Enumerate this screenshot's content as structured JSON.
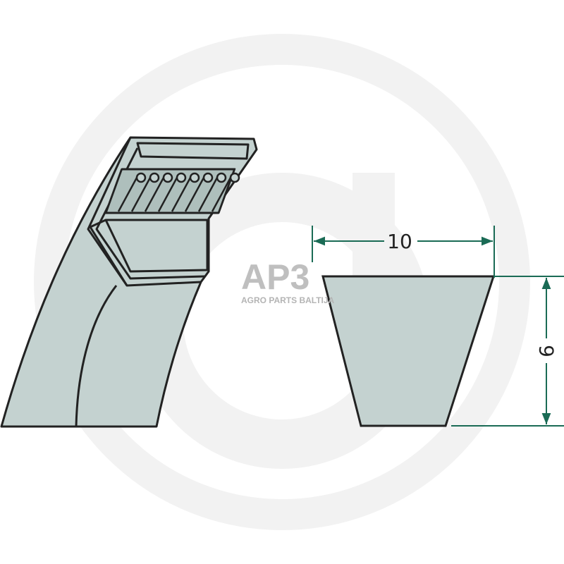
{
  "watermark": {
    "logo_text": "AP3",
    "tagline": "AGRO PARTS BALTIJA"
  },
  "dimensions": {
    "top_width": "10",
    "height": "6"
  },
  "colors": {
    "belt_fill": "#c4d2d0",
    "outline": "#222222",
    "dimension_line": "#1a6b55",
    "watermark": "#f1f1f1"
  }
}
